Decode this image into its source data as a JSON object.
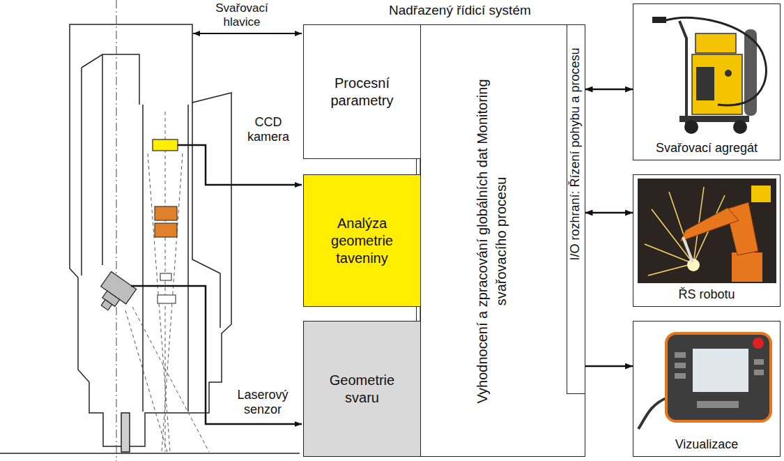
{
  "diagram": {
    "nodes": [
      {
        "text": [
          "Nadřazený řídicí systém",
          "Vyhodnocení a zpracování globálních dat Monitoring svařovacího procesu"
        ]
      },
      {
        "text": [
          "I/O rozhraní: Řízení pohybu a procesu"
        ],
        "in": 0
      },
      {
        "text": [
          "Procesní parametry"
        ]
      },
      {
        "text": [
          "Analýza geometrie taveniny"
        ]
      },
      {
        "text": [
          "Geometrie svaru"
        ]
      },
      {
        "text": [
          "Svařovací agregát"
        ]
      },
      {
        "text": [
          "ŘS robotu"
        ]
      },
      {
        "text": [
          "Vizualizace"
        ]
      }
    ],
    "edges": [
      {
        "from": 2,
        "to": 3,
        "arrow": "none"
      },
      {
        "from": 3,
        "to": 4,
        "arrow": "none"
      },
      {
        "from": 1,
        "to": 5,
        "arrow": "both"
      },
      {
        "from": 1,
        "to": 6,
        "arrow": "both"
      },
      {
        "from": 1,
        "to": 7,
        "arrow": "to"
      }
    ],
    "labels": [
      "Svařovací hlavice",
      "CCD kamera",
      "Laserový senzor"
    ]
  }
}
